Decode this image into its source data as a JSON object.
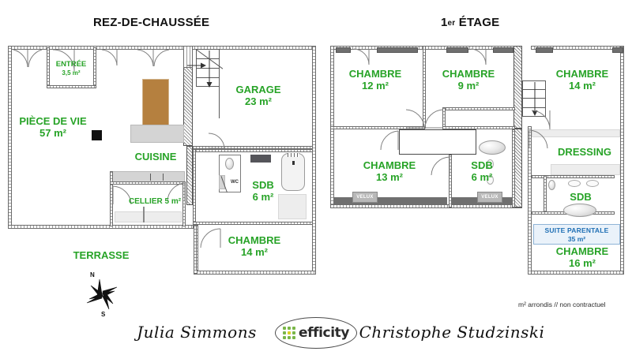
{
  "titles": {
    "ground_floor": "REZ-DE-CHAUSSÉE",
    "first_floor_num": "1",
    "first_floor_sup": "er",
    "first_floor_rest": " ÉTAGE"
  },
  "colors": {
    "room_label_green": "#27a327",
    "suite_badge_blue": "#1f6fb4",
    "logo_green": "#7ab648",
    "logo_yellow": "#d9d021",
    "wall_grey": "#6f6f6f",
    "furniture_brown": "#b5803f"
  },
  "ground_floor": {
    "rooms": [
      {
        "name": "ENTRÉE",
        "area": "3,5 m²"
      },
      {
        "name": "PIÈCE DE VIE",
        "area": "57 m²"
      },
      {
        "name": "CUISINE",
        "area": ""
      },
      {
        "name": "GARAGE",
        "area": "23 m²"
      },
      {
        "name": "CELLIER 5 m²",
        "area": ""
      },
      {
        "name": "SDB",
        "area": "6 m²"
      },
      {
        "name": "CHAMBRE",
        "area": "14 m²"
      },
      {
        "name": "TERRASSE",
        "area": ""
      }
    ],
    "wc_label": "WC"
  },
  "first_floor": {
    "rooms": [
      {
        "name": "CHAMBRE",
        "area": "12 m²"
      },
      {
        "name": "CHAMBRE",
        "area": "9 m²"
      },
      {
        "name": "CHAMBRE",
        "area": "14 m²"
      },
      {
        "name": "CHAMBRE",
        "area": "13 m²"
      },
      {
        "name": "SDB",
        "area": "6 m²"
      },
      {
        "name": "DRESSING",
        "area": ""
      },
      {
        "name": "SDB",
        "area": ""
      },
      {
        "name": "CHAMBRE",
        "area": "16 m²"
      }
    ],
    "velux_label_left": "VELUX",
    "velux_label_right": "VELUX",
    "suite_badge": {
      "line1": "SUITE PARENTALE",
      "line2": "35 m²"
    }
  },
  "compass": {
    "north": "N",
    "south": "S"
  },
  "footer": {
    "disclaimer": "m² arrondis  //  non contractuel",
    "agent_left": "Julia Simmons",
    "agent_right": "Christophe Studzinski",
    "brand": "efficity"
  }
}
